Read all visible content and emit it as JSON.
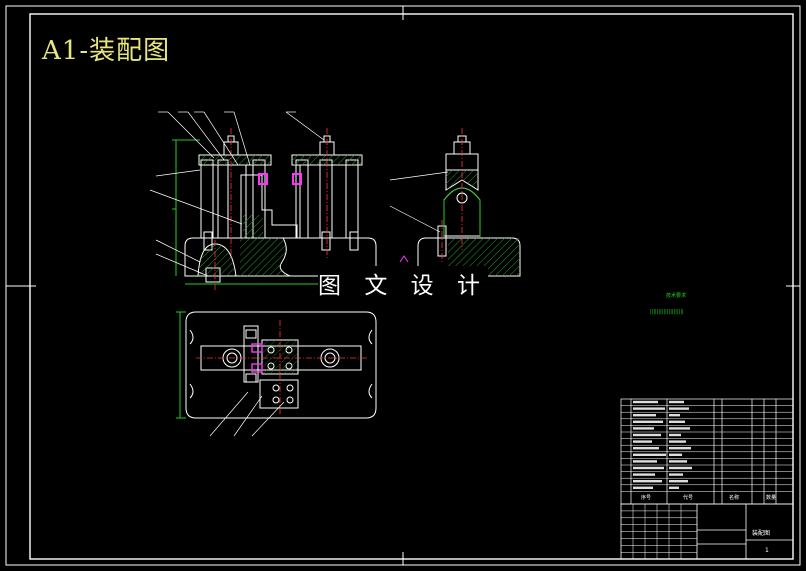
{
  "title": "A1-装配图",
  "watermark": "图 文 设 计",
  "technical_requirements": {
    "title": "技术要求",
    "body": "||||||||||||||||||||"
  },
  "title_block": {
    "drawing_name": "装配图",
    "sheet_number": "1"
  },
  "bom_header": {
    "col_no": "序号",
    "col_code": "代号",
    "col_name": "名称",
    "col_qty": "数量"
  },
  "colors": {
    "background": "#000000",
    "lines": "#ffffff",
    "centerline": "#ff3333",
    "dimension": "#22cc22",
    "accent": "#ff33ff",
    "title": "#e8e67a",
    "hatch": "#22aa22"
  }
}
